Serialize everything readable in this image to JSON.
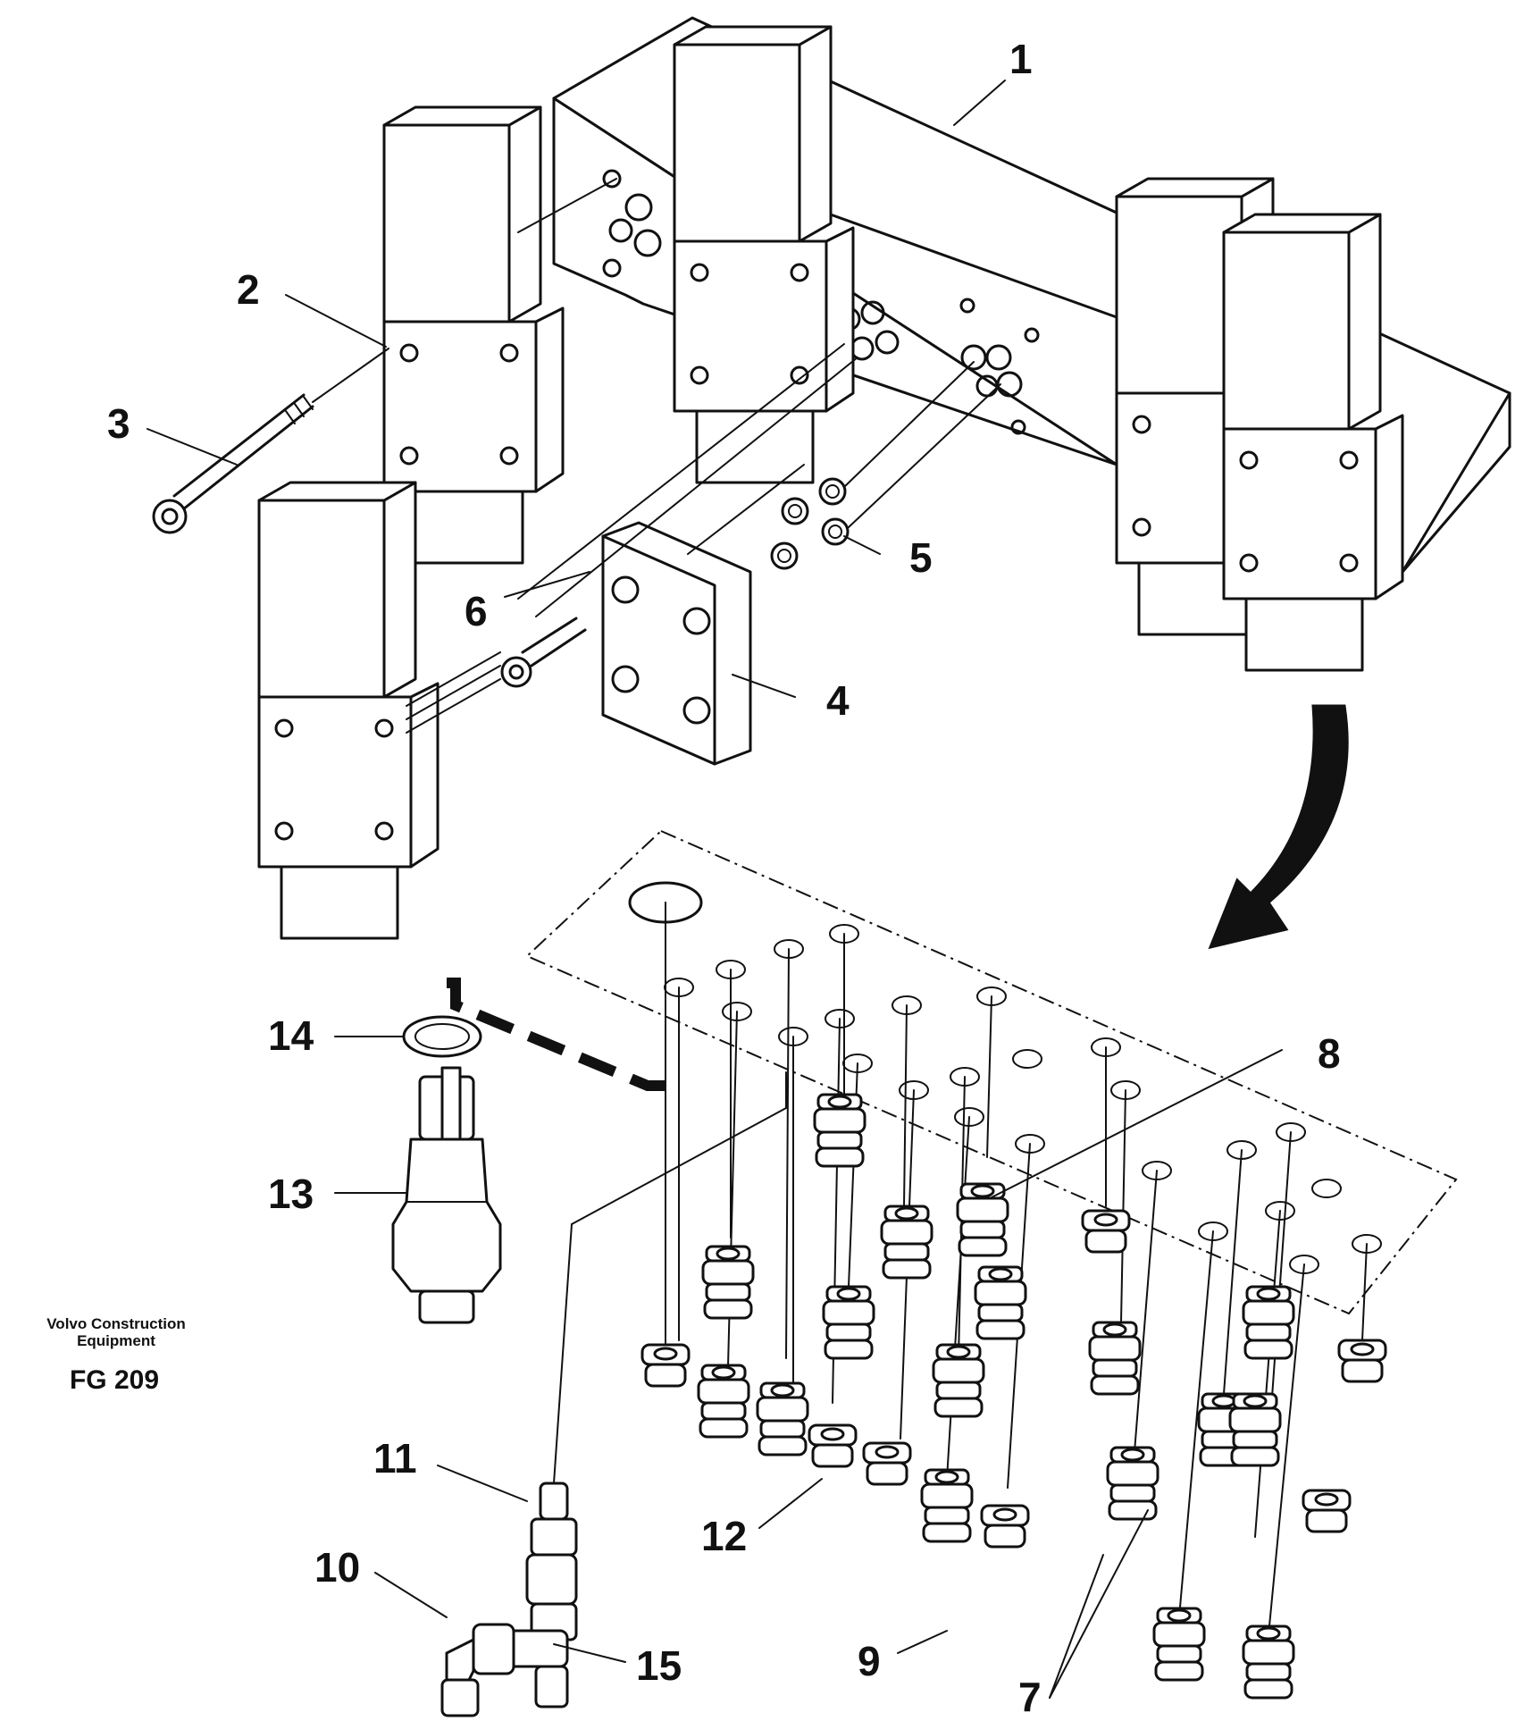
{
  "brand": {
    "line1": "Volvo Construction",
    "line2": "Equipment"
  },
  "figure_code": "FG 209",
  "callouts": [
    "1",
    "2",
    "3",
    "4",
    "5",
    "6",
    "7",
    "8",
    "9",
    "10",
    "11",
    "12",
    "13",
    "14",
    "15"
  ]
}
